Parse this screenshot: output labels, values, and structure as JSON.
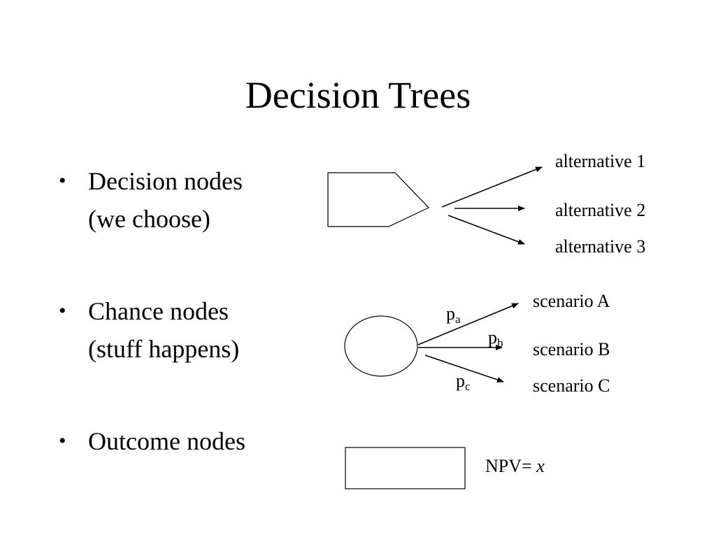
{
  "title": "Decision Trees",
  "bullets": [
    {
      "bullet": "•",
      "lines": [
        "Decision nodes",
        "(we choose)"
      ]
    },
    {
      "bullet": "•",
      "lines": [
        "Chance nodes",
        "(stuff happens)"
      ]
    },
    {
      "bullet": "•",
      "lines": [
        "Outcome nodes"
      ]
    }
  ],
  "decision_node": {
    "alternatives": [
      "alternative 1",
      "alternative 2",
      "alternative 3"
    ]
  },
  "chance_node": {
    "probabilities": [
      {
        "base": "p",
        "sub": "a"
      },
      {
        "base": "p",
        "sub": "b"
      },
      {
        "base": "p",
        "sub": "c"
      }
    ],
    "scenarios": [
      "scenario A",
      "scenario B",
      "scenario C"
    ]
  },
  "outcome_node": {
    "label_prefix": "NPV=",
    "label_variable": "x"
  },
  "colors": {
    "stroke": "#000000",
    "background": "#ffffff",
    "text": "#000000"
  }
}
